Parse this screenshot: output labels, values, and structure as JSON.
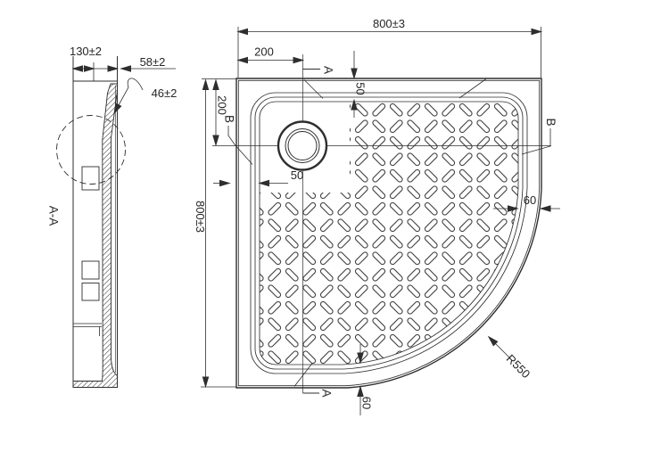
{
  "colors": {
    "line": "#2e2e2e",
    "background": "#ffffff"
  },
  "section_view": {
    "label": "A-A",
    "dim_depth": "130±2",
    "dim_flange": "58±2",
    "dim_wall": "46±2"
  },
  "plan_view": {
    "dim_width_top": "800±3",
    "dim_height_left": "800±3",
    "dim_drain_x": "200",
    "dim_drain_y": "200",
    "dim_rim_top": "50",
    "dim_drain_edge": "50",
    "dim_rim_right": "60",
    "dim_rim_bottom": "60",
    "dim_corner_radius": "R550",
    "marker_a_top": "A",
    "marker_a_bottom": "A",
    "marker_b_left": "B",
    "marker_b_right": "B"
  }
}
